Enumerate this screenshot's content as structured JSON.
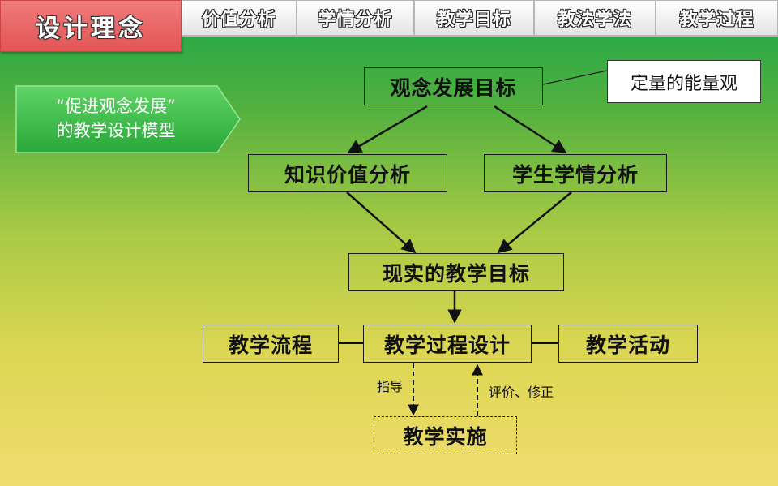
{
  "header": {
    "brand": "设计理念",
    "tabs": [
      "价值分析",
      "学情分析",
      "教学目标",
      "教法学法",
      "教学过程"
    ]
  },
  "model_badge": {
    "line1": "“促进观念发展”",
    "line2": "的教学设计模型"
  },
  "diagram": {
    "goal": "观念发展目标",
    "note": "定量的能量观",
    "knowledge": "知识价值分析",
    "student": "学生学情分析",
    "real_goal": "现实的教学目标",
    "process_design": "教学过程设计",
    "flow": "教学流程",
    "activity": "教学活动",
    "implementation": "教学实施",
    "guide_label": "指导",
    "feedback_label": "评价、修正"
  },
  "colors": {
    "brand_bg": "#e35555",
    "badge_fill": "#3cc04a",
    "background_top": "#1aa64a",
    "background_bottom": "#f0dd70"
  }
}
